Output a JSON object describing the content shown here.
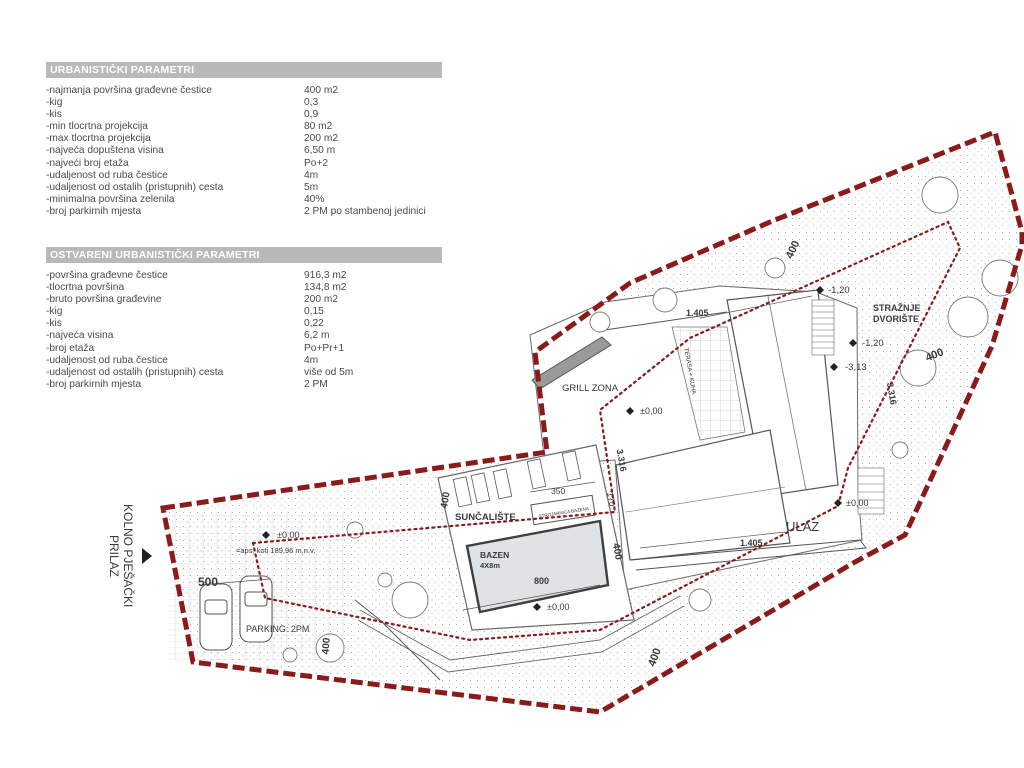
{
  "table1": {
    "title": "URBANISTIČKI PARAMETRI",
    "rows": [
      {
        "k": "-najmanja površina građevne čestice",
        "v": "400 m2"
      },
      {
        "k": "-kig",
        "v": "0,3"
      },
      {
        "k": "-kis",
        "v": "0,9"
      },
      {
        "k": "-min tlocrtna projekcija",
        "v": "80 m2"
      },
      {
        "k": "-max tlocrtna projekcija",
        "v": "200 m2"
      },
      {
        "k": "-najveća dopuštena visina",
        "v": "6,50 m"
      },
      {
        "k": "-najveći broj etaža",
        "v": "Po+2"
      },
      {
        "k": "-udaljenost od ruba čestice",
        "v": "4m"
      },
      {
        "k": "-udaljenost od ostalih (pristupnih) cesta",
        "v": "5m"
      },
      {
        "k": "-minimalna površina zelenila",
        "v": "40%"
      },
      {
        "k": "-broj parkirnih mjesta",
        "v": "2 PM po stambenoj jedinici"
      }
    ]
  },
  "table2": {
    "title": "OSTVARENI URBANISTIČKI PARAMETRI",
    "rows": [
      {
        "k": "-površina građevne čestice",
        "v": "916,3 m2"
      },
      {
        "k": "-tlocrtna površina",
        "v": "134,8 m2"
      },
      {
        "k": "-bruto površina građevine",
        "v": "200 m2"
      },
      {
        "k": "-kig",
        "v": "0,15"
      },
      {
        "k": "-kis",
        "v": "0,22"
      },
      {
        "k": "-najveća visina",
        "v": "6,2 m"
      },
      {
        "k": "-broj etaža",
        "v": "Po+Pr+1"
      },
      {
        "k": "-udaljenost od ruba čestice",
        "v": "4m"
      },
      {
        "k": "-udaljenost od ostalih (pristupnih) cesta",
        "v": "više od 5m"
      },
      {
        "k": "-broj parkirnih mjesta",
        "v": "2 PM"
      }
    ]
  },
  "plan": {
    "colors": {
      "boundary": "#8b1a1a",
      "setback": "#8b1a1a",
      "line": "#555555",
      "pool": "#dfe3e6"
    },
    "access_label_1": "KOLNO PJEŠAČKI",
    "access_label_2": "PRILAZ",
    "grill": "GRILL ZONA",
    "terrace": "TERASA + KUHA",
    "sunbathing": "SUNČALIŠTE",
    "pool_name": "BAZEN",
    "pool_size": "4X8m",
    "pool_engine": "STROJARNICA BAZENA",
    "entrance": "ULAZ",
    "backyard_1": "STRAŽNJE",
    "backyard_2": "DVORIŠTE",
    "parking": "PARKING: 2PM",
    "abs_note": "=aps. koti 189,96 m.n.v.",
    "lev_entry": "±0,00",
    "lev_court": "±0,00",
    "lev_pool": "±0,00",
    "lev_ulaz": "±0,00",
    "lev_m120a": "-1,20",
    "lev_m120b": "-1,20",
    "lev_m313": "-3,13",
    "dim_400_top": "400",
    "dim_400_right": "400",
    "dim_400_bottom": "400",
    "dim_400_pool": "400",
    "dim_400_left": "400",
    "dim_400_park": "400",
    "dim_500": "500",
    "dim_1405_top": "1.405",
    "dim_1405_bot": "1.405",
    "dim_316_a": "3.316",
    "dim_316_b": "3.316",
    "dim_350": "350",
    "dim_170": "170",
    "dim_800": "800"
  }
}
